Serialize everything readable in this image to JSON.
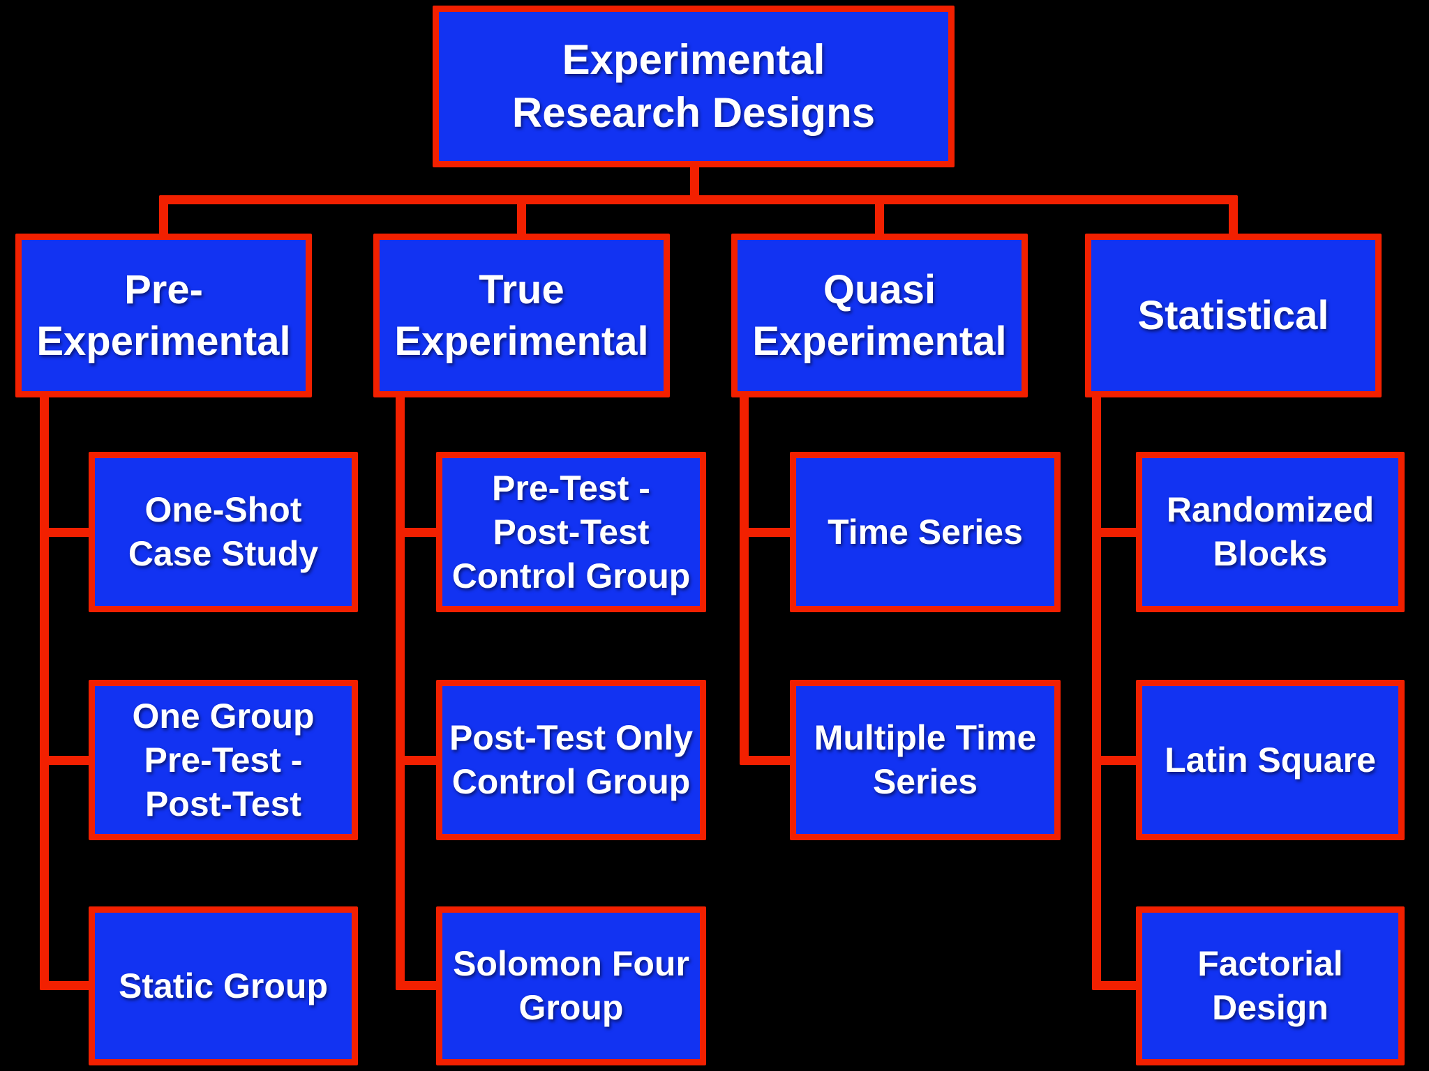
{
  "diagram_title": "Experimental Research Designs",
  "diagram_type": "flowchart-hierarchy",
  "colors": {
    "background": "#000000",
    "box_fill": "#1233f2",
    "box_border": "#f22000",
    "connector": "#f22000",
    "text": "#ffffff"
  },
  "tree": {
    "root": {
      "label": "Experimental\nResearch Designs"
    },
    "branches": [
      {
        "label": "Pre-\nExperimental",
        "children": [
          "One-Shot\nCase Study",
          "One Group\nPre-Test -\nPost-Test",
          "Static Group"
        ]
      },
      {
        "label": "True\nExperimental",
        "children": [
          "Pre-Test -\nPost-Test\nControl Group",
          "Post-Test Only\nControl Group",
          "Solomon Four\nGroup"
        ]
      },
      {
        "label": "Quasi\nExperimental",
        "children": [
          "Time Series",
          "Multiple Time\nSeries"
        ]
      },
      {
        "label": "Statistical",
        "children": [
          "Randomized\nBlocks",
          "Latin Square",
          "Factorial\nDesign"
        ]
      }
    ]
  }
}
